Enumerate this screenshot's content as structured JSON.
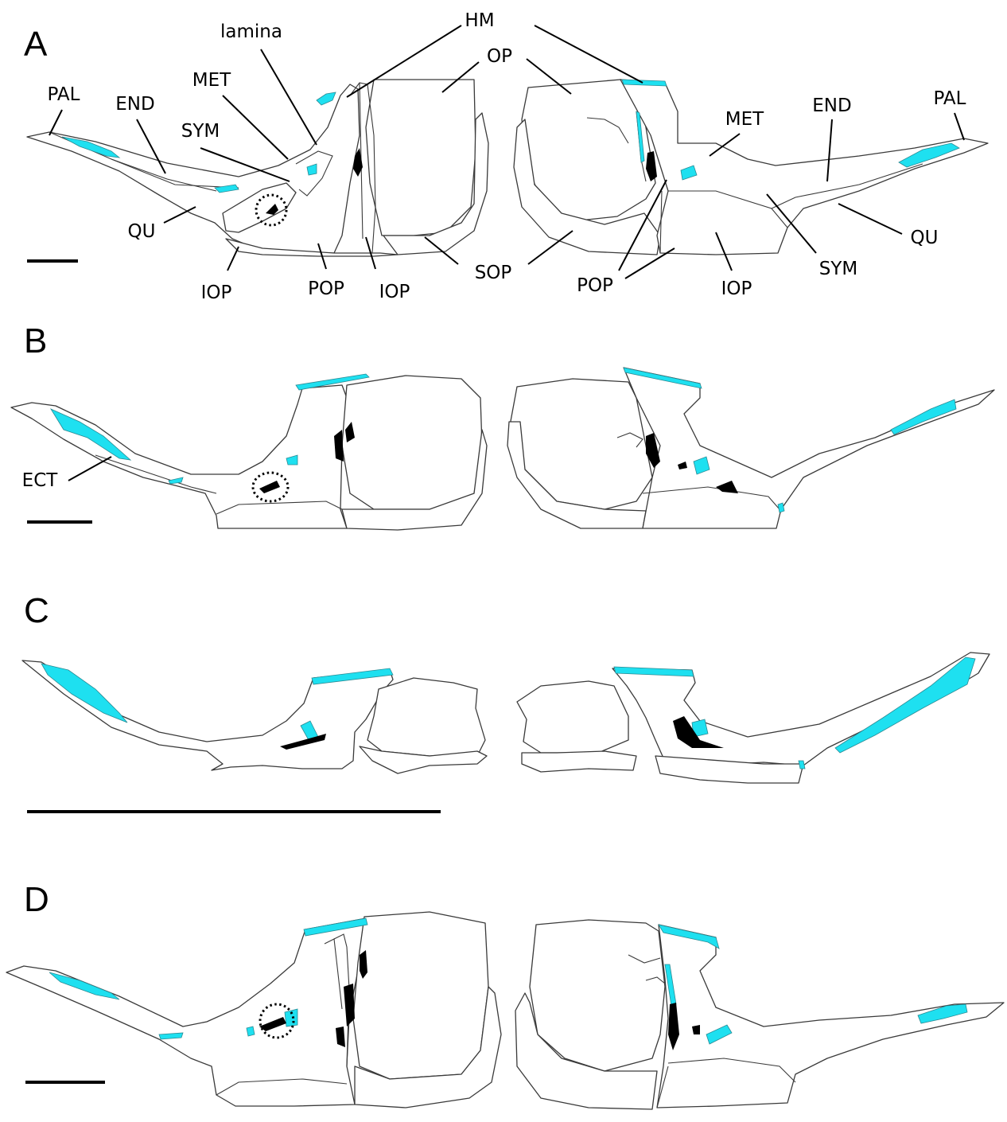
{
  "panels": [
    "A",
    "B",
    "C",
    "D"
  ],
  "labels": {
    "hm": "HM",
    "op": "OP",
    "lamina": "lamina",
    "met_left": "MET",
    "met_right": "MET",
    "pal_left": "PAL",
    "pal_right": "PAL",
    "end_left": "END",
    "end_right": "END",
    "sym_left": "SYM",
    "sym_right": "SYM",
    "qu_left": "QU",
    "qu_right": "QU",
    "iop_left_1": "IOP",
    "pop_left": "POP",
    "iop_left_2": "IOP",
    "sop": "SOP",
    "pop_right": "POP",
    "iop_right": "IOP",
    "ect": "ECT"
  },
  "colors": {
    "cartilage": "#1ee0f0",
    "outline": "#3a3a3a",
    "bone_fill": "#ffffff",
    "dark_spots": "#000000"
  }
}
